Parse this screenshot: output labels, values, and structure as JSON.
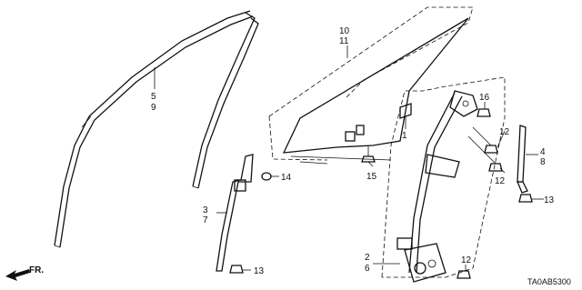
{
  "diagram": {
    "callouts": {
      "c10": "10",
      "c11": "11",
      "c5": "5",
      "c9": "9",
      "c1": "1",
      "c16": "16",
      "c12a": "12",
      "c12b": "12",
      "c12c": "12",
      "c4": "4",
      "c8": "8",
      "c14": "14",
      "c15": "15",
      "c3": "3",
      "c7": "7",
      "c13a": "13",
      "c13b": "13",
      "c2": "2",
      "c6": "6"
    },
    "direction_label": "FR.",
    "diagram_code": "TA0AB5300"
  }
}
